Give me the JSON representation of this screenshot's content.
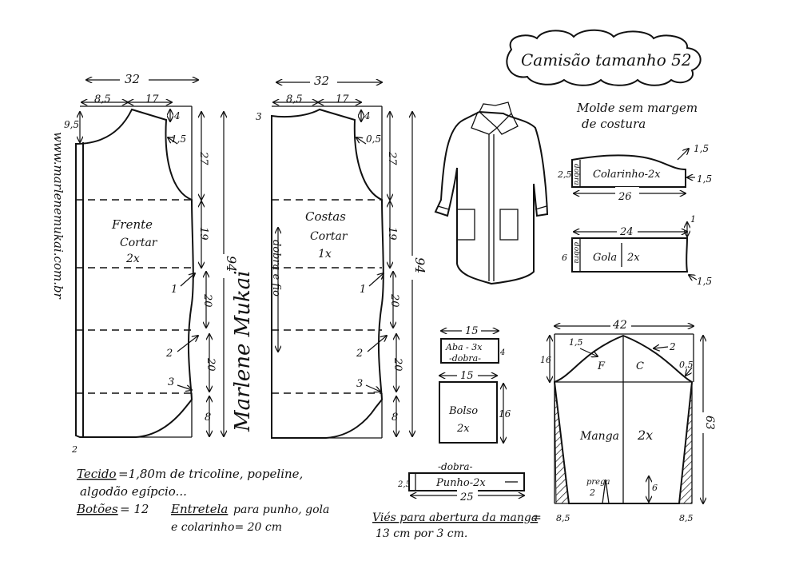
{
  "title": "Camisão tamanho 52",
  "subtitle_line1": "Molde sem margem",
  "subtitle_line2": "de costura",
  "website_vertical": "www.marlenemukai.com.br",
  "signature": "Marlene Mukai",
  "front": {
    "name": "Frente",
    "cut_label": "Cortar",
    "qty": "2x",
    "dims": {
      "width": "32",
      "neck": "8,5",
      "shoulder": "17",
      "drop": "9,5",
      "s4": "4",
      "s15": "1,5",
      "v27": "27",
      "v19": "19",
      "v20a": "20",
      "v20b": "20",
      "v8": "8",
      "total": "94",
      "n1": "1",
      "n2": "2",
      "n3": "3",
      "hem2": "2"
    }
  },
  "back": {
    "name": "Costas",
    "cut_label": "Cortar",
    "qty": "1x",
    "fold_label": "dobra e fio",
    "dims": {
      "width": "32",
      "neck": "8,5",
      "shoulder": "17",
      "top3": "3",
      "s4": "4",
      "s05": "0,5",
      "v27": "27",
      "v19": "19",
      "v20a": "20",
      "v20b": "20",
      "v8": "8",
      "total": "94",
      "n1": "1",
      "n2": "2",
      "n3": "3"
    }
  },
  "collar": {
    "label": "Colarinho-2x",
    "fold": "dobra",
    "h": "2,5",
    "w": "26",
    "r1": "1,5",
    "r2": "1,5"
  },
  "gola": {
    "label": "Gola",
    "qty": "2x",
    "fold": "dobra",
    "h": "6",
    "w": "24",
    "r1": "1",
    "r2": "1,5"
  },
  "aba": {
    "label": "Aba - 3x",
    "fold": "-dobra-",
    "w": "15",
    "h": "4"
  },
  "bolso": {
    "label": "Bolso",
    "qty": "2x",
    "w": "15",
    "h": "16"
  },
  "punho": {
    "fold": "-dobra-",
    "label": "Punho-2x",
    "h": "2,5",
    "w": "25"
  },
  "sleeve": {
    "label": "Manga",
    "qty": "2x",
    "f": "F",
    "c": "C",
    "w": "42",
    "l15": "1,5",
    "r2": "2",
    "r05": "0,5",
    "h16": "16",
    "h63": "63",
    "prega": "prega",
    "prega_n": "2",
    "v6": "6",
    "bl": "8,5",
    "br": "8,5"
  },
  "notes": {
    "tecido_label": "Tecido",
    "tecido_text": "=1,80m de tricoline, popeline,",
    "tecido_text2": "algodão egípcio...",
    "botoes_label": "Botões",
    "botoes_text": "= 12",
    "entretela_label": "Entretela",
    "entretela_text": "para punho, gola",
    "entretela_text2": "e colarinho= 20 cm",
    "vies_label": "Viés para abertura da manga",
    "vies_text": "=",
    "vies_text2": "13 cm por 3 cm."
  }
}
